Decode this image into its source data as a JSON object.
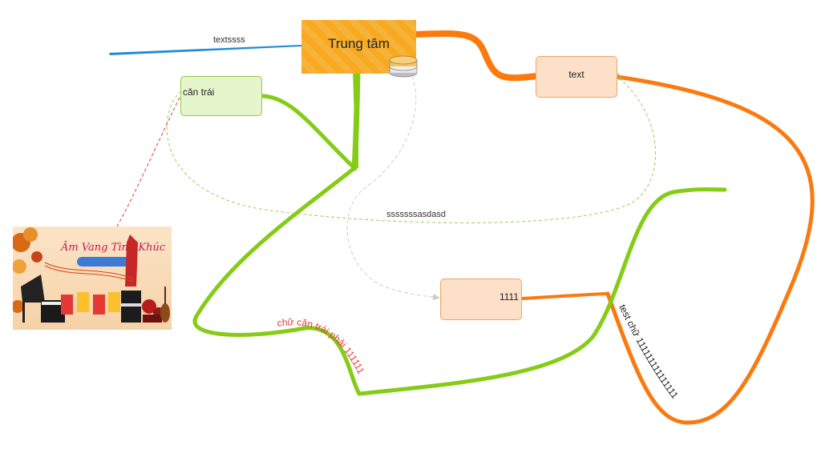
{
  "center": {
    "label": "Trung tâm",
    "icon": "database-icon"
  },
  "nodes": {
    "left_align": "căn trái",
    "text": "text",
    "num": "1111"
  },
  "edge_labels": {
    "blue": "textssss",
    "dashed_green": "sssssssasdasd",
    "green_path": "chữ căn trái phải 111111",
    "orange_path": "test chữ 111111111111111"
  },
  "image": {
    "title": "Âm Vang Tình Khúc",
    "icons": [
      "piano-icon",
      "drum-icon",
      "violin-icon",
      "leaf-icon"
    ]
  },
  "colors": {
    "green": "#84cc16",
    "orange": "#fa7a10",
    "blue": "#1c8bd6",
    "center_fill": "#f8a91f",
    "red_dash": "#e53935",
    "gray_dash": "#cccccc",
    "label_red": "#e53935"
  }
}
